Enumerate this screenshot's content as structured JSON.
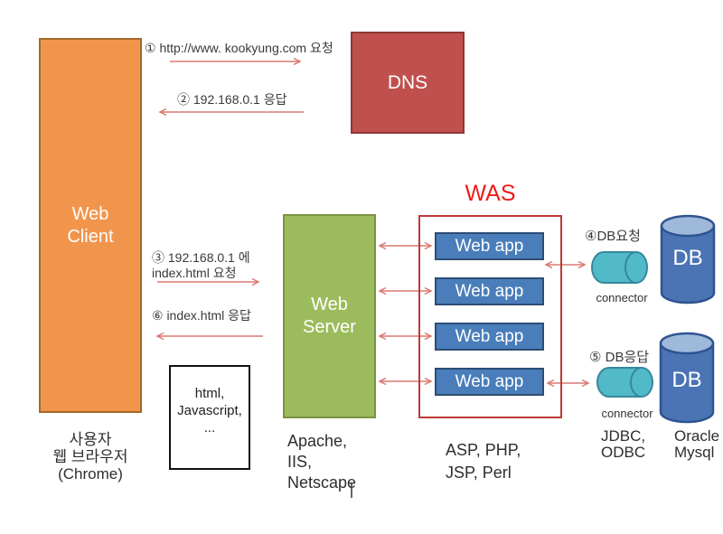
{
  "diagram": {
    "type": "web-architecture-flow",
    "colors": {
      "client_fill": "#f2954c",
      "client_border": "#a5682a",
      "dns_fill": "#c0504d",
      "dns_border": "#8c3836",
      "server_fill": "#9cbb5c",
      "server_border": "#7a9440",
      "webapp_fill": "#4a7ebb",
      "webapp_border": "#2c4d75",
      "was_border": "#be3a34",
      "was_text": "#ee1b17",
      "arrow": "#da7a72",
      "connector_fill": "#52b9c8",
      "connector_border": "#35889a",
      "db_body": "#4a74b4",
      "db_top": "#9fb9da",
      "db_border": "#2e5490",
      "text": "#3a3a3a"
    },
    "nodes": {
      "web_client": {
        "lines": [
          "Web",
          "Client"
        ],
        "caption": [
          "사용자",
          "웹 브라우저",
          "(Chrome)"
        ]
      },
      "dns": {
        "label": "DNS"
      },
      "web_server": {
        "lines": [
          "Web",
          "Server"
        ],
        "caption": [
          "Apache,",
          "IIS,",
          "Netscape"
        ]
      },
      "was": {
        "title": "WAS",
        "apps": [
          "Web app",
          "Web app",
          "Web app",
          "Web app"
        ],
        "caption": [
          "ASP, PHP,",
          "JSP, Perl"
        ]
      },
      "static_files": {
        "lines": [
          "html,",
          "Javascript,",
          "..."
        ]
      },
      "connector_top": {
        "label": "connector"
      },
      "connector_bottom": {
        "label": "connector"
      },
      "jdbc": {
        "caption": [
          "JDBC,",
          "ODBC"
        ]
      },
      "db_top": {
        "label": "DB"
      },
      "db_bottom": {
        "label": "DB",
        "caption": [
          "Oracle",
          "Mysql"
        ]
      }
    },
    "flows": {
      "step1": "① http://www. kookyung.com 요청",
      "step2": "② 192.168.0.1 응답",
      "step3_line1": "③ 192.168.0.1 에",
      "step3_line2": "index.html 요청",
      "step6": "⑥ index.html 응답",
      "step4": "④DB요청",
      "step5": "⑤ DB응답"
    }
  }
}
